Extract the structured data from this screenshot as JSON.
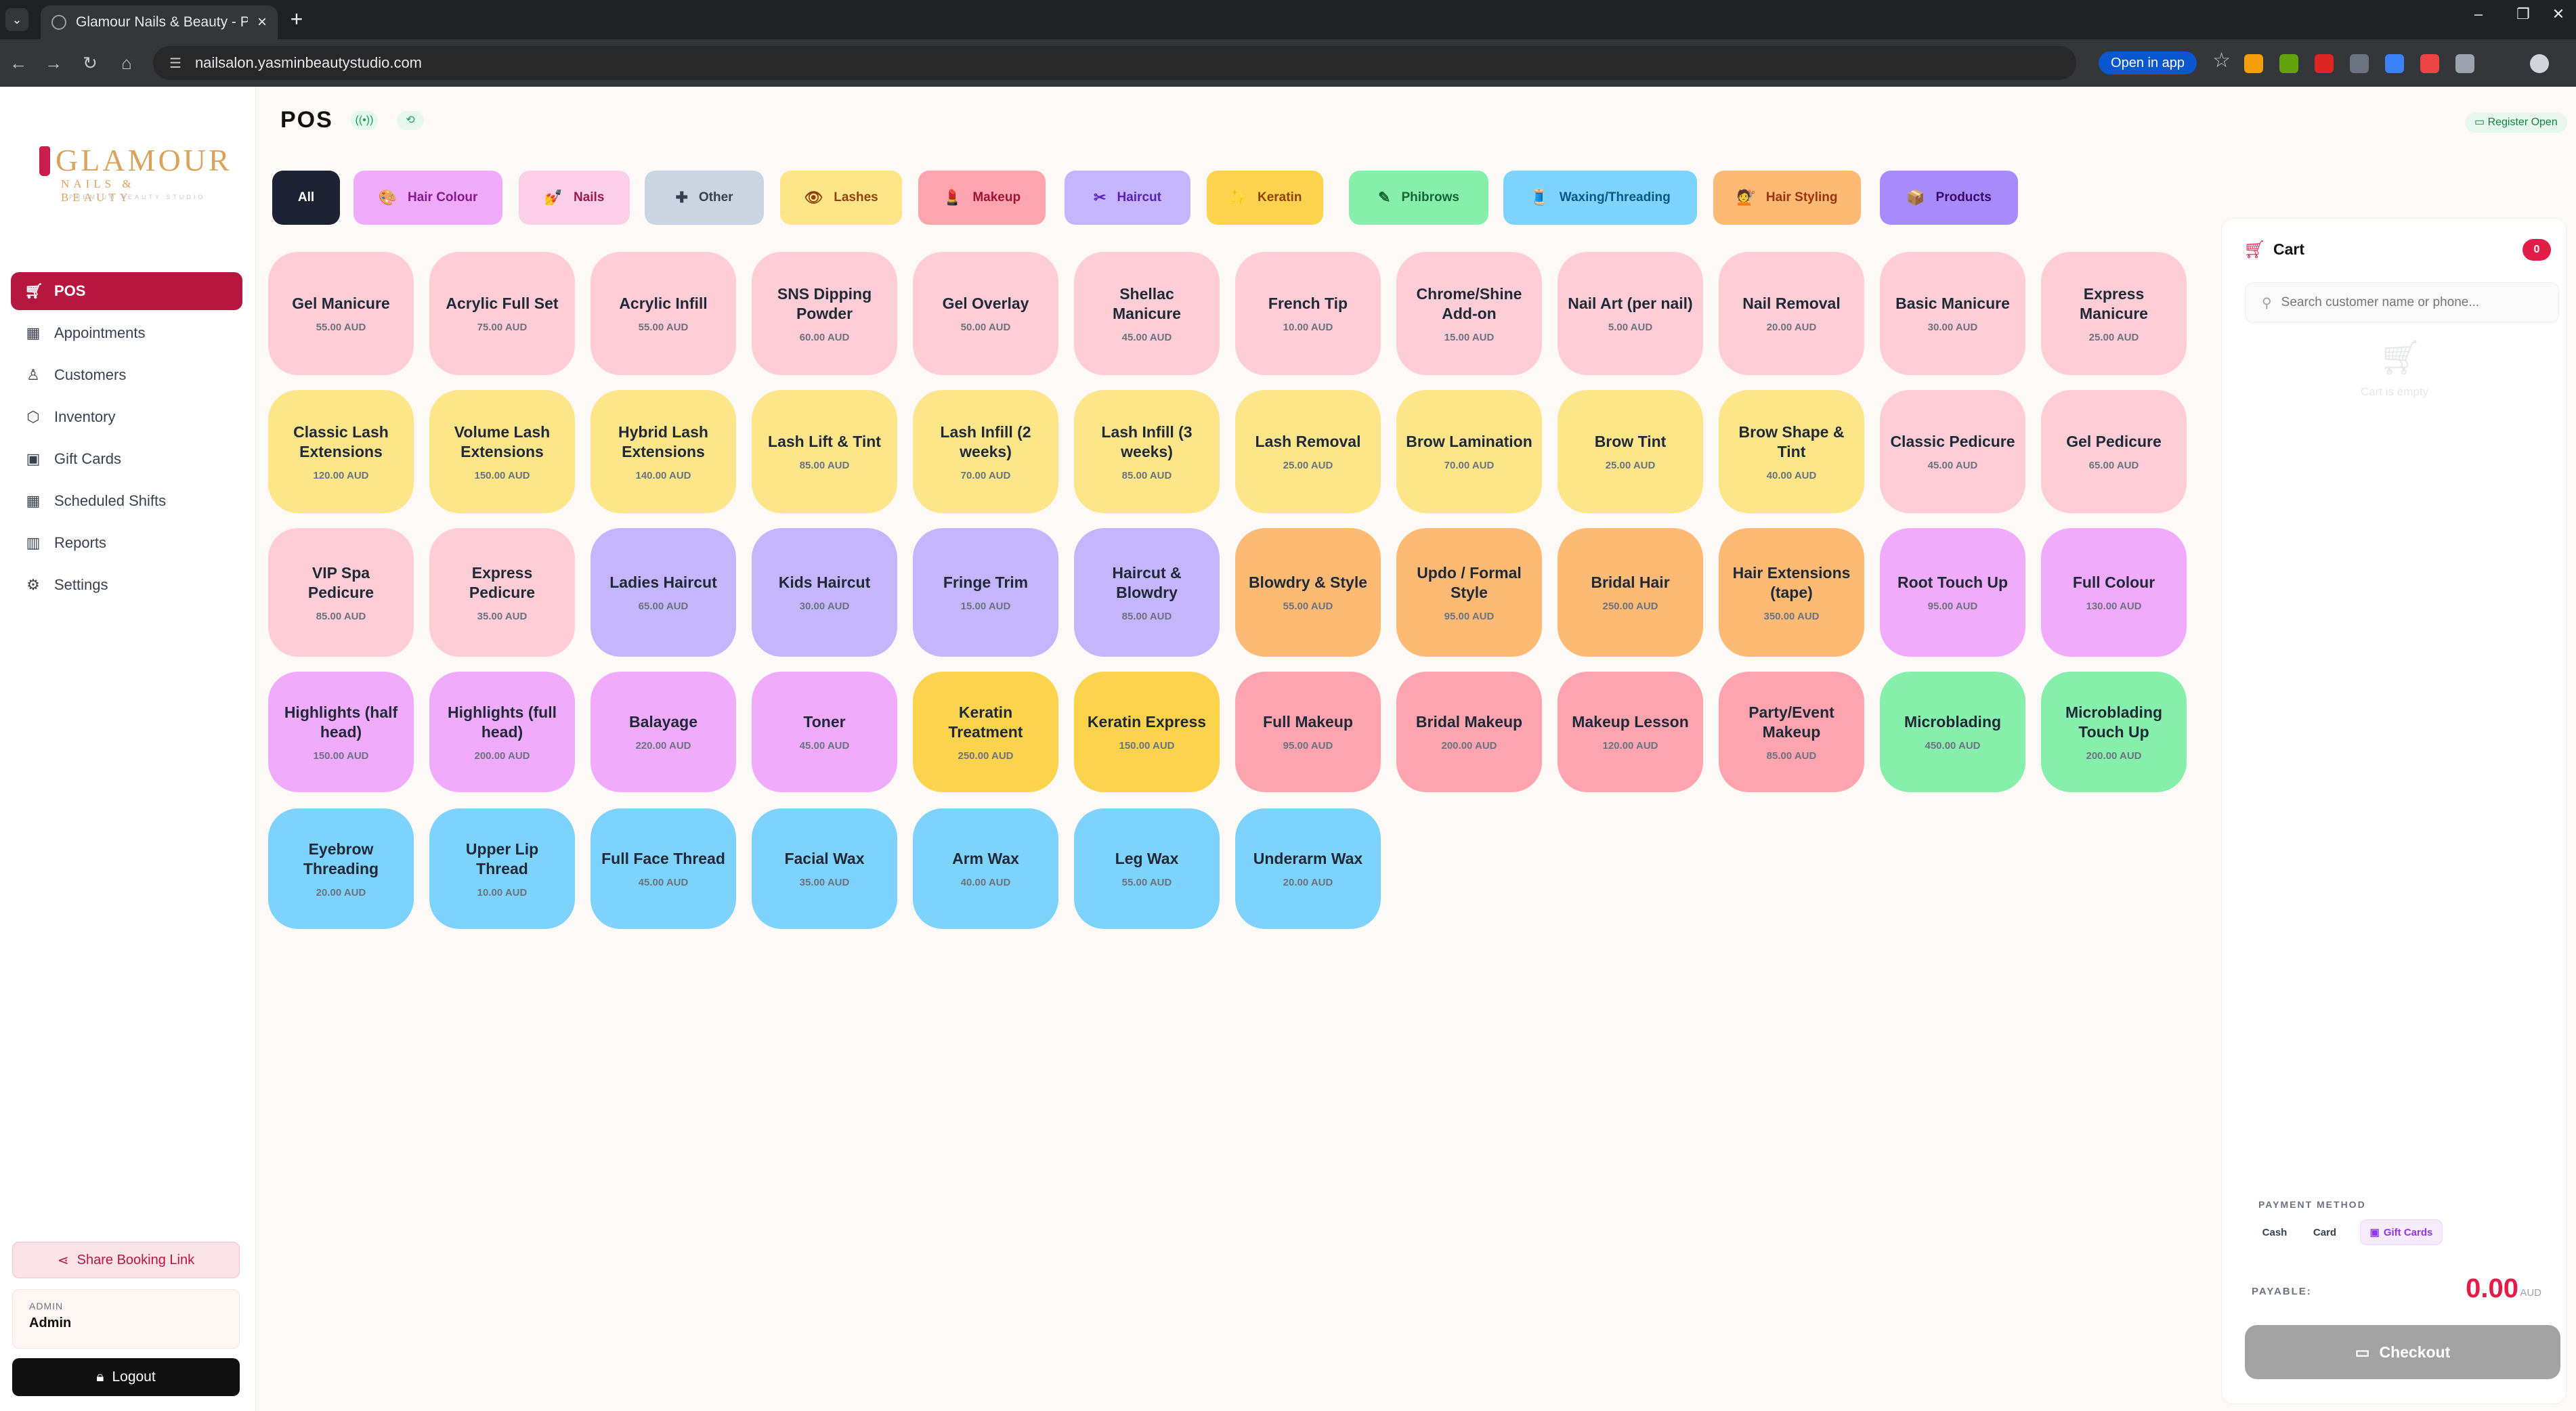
{
  "browser": {
    "tab_title": "Glamour Nails & Beauty - POS",
    "url": "nailsalon.yasminbeautystudio.com",
    "open_in_app": "Open in app"
  },
  "brand": {
    "name": "GLAMOUR",
    "sub": "NAILS & BEAUTY",
    "tagline": "PREMIUM BEAUTY STUDIO",
    "accent": "#b5173f"
  },
  "sidebar": {
    "items": [
      {
        "label": "POS",
        "icon": "cart-icon"
      },
      {
        "label": "Appointments",
        "icon": "calendar-icon"
      },
      {
        "label": "Customers",
        "icon": "user-icon"
      },
      {
        "label": "Inventory",
        "icon": "box-icon"
      },
      {
        "label": "Gift Cards",
        "icon": "gift-icon"
      },
      {
        "label": "Scheduled Shifts",
        "icon": "calendar-icon"
      },
      {
        "label": "Reports",
        "icon": "bar-chart-icon"
      },
      {
        "label": "Settings",
        "icon": "gear-icon"
      }
    ],
    "share_label": "Share Booking Link",
    "admin_role": "ADMIN",
    "admin_name": "Admin",
    "logout_label": "Logout"
  },
  "header": {
    "title": "POS",
    "register_status": "Register Open"
  },
  "categories": [
    {
      "label": "All",
      "color": "#1e2235",
      "text": "#ffffff",
      "icon": ""
    },
    {
      "label": "Hair Colour",
      "color": "#f0abfc",
      "text": "#86198f",
      "icon": "🎨"
    },
    {
      "label": "Nails",
      "color": "#fbcfe8",
      "text": "#9d174d",
      "icon": "💅"
    },
    {
      "label": "Other",
      "color": "#cbd5e1",
      "text": "#334155",
      "icon": "✚"
    },
    {
      "label": "Lashes",
      "color": "#fde68a",
      "text": "#92400e",
      "icon": "👁"
    },
    {
      "label": "Makeup",
      "color": "#fda4af",
      "text": "#9f1239",
      "icon": "💄"
    },
    {
      "label": "Haircut",
      "color": "#c4b5fd",
      "text": "#5b21b6",
      "icon": "✂"
    },
    {
      "label": "Keratin",
      "color": "#fcd34d",
      "text": "#92400e",
      "icon": "✨"
    },
    {
      "label": "Phibrows",
      "color": "#86efac",
      "text": "#166534",
      "icon": "✎"
    },
    {
      "label": "Waxing/Threading",
      "color": "#7dd3fc",
      "text": "#075985",
      "icon": "🧵"
    },
    {
      "label": "Hair Styling",
      "color": "#fdba74",
      "text": "#9a3412",
      "icon": "💇"
    },
    {
      "label": "Products",
      "color": "#a78bfa",
      "text": "#3b0764",
      "icon": "📦"
    }
  ],
  "services": [
    {
      "name": "Gel Manicure",
      "price": "55.00 AUD",
      "color": "#fecdd6"
    },
    {
      "name": "Acrylic Full Set",
      "price": "75.00 AUD",
      "color": "#fecdd6"
    },
    {
      "name": "Acrylic Infill",
      "price": "55.00 AUD",
      "color": "#fecdd6"
    },
    {
      "name": "SNS Dipping Powder",
      "price": "60.00 AUD",
      "color": "#fecdd6"
    },
    {
      "name": "Gel Overlay",
      "price": "50.00 AUD",
      "color": "#fecdd6"
    },
    {
      "name": "Shellac Manicure",
      "price": "45.00 AUD",
      "color": "#fecdd6"
    },
    {
      "name": "French Tip",
      "price": "10.00 AUD",
      "color": "#fecdd6"
    },
    {
      "name": "Chrome/Shine Add-on",
      "price": "15.00 AUD",
      "color": "#fecdd6"
    },
    {
      "name": "Nail Art (per nail)",
      "price": "5.00 AUD",
      "color": "#fecdd6"
    },
    {
      "name": "Nail Removal",
      "price": "20.00 AUD",
      "color": "#fecdd6"
    },
    {
      "name": "Basic Manicure",
      "price": "30.00 AUD",
      "color": "#fecdd6"
    },
    {
      "name": "Express Manicure",
      "price": "25.00 AUD",
      "color": "#fecdd6"
    },
    {
      "name": "Classic Lash Extensions",
      "price": "120.00 AUD",
      "color": "#fde68a"
    },
    {
      "name": "Volume Lash Extensions",
      "price": "150.00 AUD",
      "color": "#fde68a"
    },
    {
      "name": "Hybrid Lash Extensions",
      "price": "140.00 AUD",
      "color": "#fde68a"
    },
    {
      "name": "Lash Lift & Tint",
      "price": "85.00 AUD",
      "color": "#fde68a"
    },
    {
      "name": "Lash Infill (2 weeks)",
      "price": "70.00 AUD",
      "color": "#fde68a"
    },
    {
      "name": "Lash Infill (3 weeks)",
      "price": "85.00 AUD",
      "color": "#fde68a"
    },
    {
      "name": "Lash Removal",
      "price": "25.00 AUD",
      "color": "#fde68a"
    },
    {
      "name": "Brow Lamination",
      "price": "70.00 AUD",
      "color": "#fde68a"
    },
    {
      "name": "Brow Tint",
      "price": "25.00 AUD",
      "color": "#fde68a"
    },
    {
      "name": "Brow Shape & Tint",
      "price": "40.00 AUD",
      "color": "#fde68a"
    },
    {
      "name": "Classic Pedicure",
      "price": "45.00 AUD",
      "color": "#fecdd6"
    },
    {
      "name": "Gel Pedicure",
      "price": "65.00 AUD",
      "color": "#fecdd6"
    },
    {
      "name": "VIP Spa Pedicure",
      "price": "85.00 AUD",
      "color": "#fecdd6"
    },
    {
      "name": "Express Pedicure",
      "price": "35.00 AUD",
      "color": "#fecdd6"
    },
    {
      "name": "Ladies Haircut",
      "price": "65.00 AUD",
      "color": "#c4b5fd"
    },
    {
      "name": "Kids Haircut",
      "price": "30.00 AUD",
      "color": "#c4b5fd"
    },
    {
      "name": "Fringe Trim",
      "price": "15.00 AUD",
      "color": "#c4b5fd"
    },
    {
      "name": "Haircut & Blowdry",
      "price": "85.00 AUD",
      "color": "#c4b5fd"
    },
    {
      "name": "Blowdry & Style",
      "price": "55.00 AUD",
      "color": "#fdba74"
    },
    {
      "name": "Updo / Formal Style",
      "price": "95.00 AUD",
      "color": "#fdba74"
    },
    {
      "name": "Bridal Hair",
      "price": "250.00 AUD",
      "color": "#fdba74"
    },
    {
      "name": "Hair Extensions (tape)",
      "price": "350.00 AUD",
      "color": "#fdba74"
    },
    {
      "name": "Root Touch Up",
      "price": "95.00 AUD",
      "color": "#f0abfc"
    },
    {
      "name": "Full Colour",
      "price": "130.00 AUD",
      "color": "#f0abfc"
    },
    {
      "name": "Highlights (half head)",
      "price": "150.00 AUD",
      "color": "#f0abfc"
    },
    {
      "name": "Highlights (full head)",
      "price": "200.00 AUD",
      "color": "#f0abfc"
    },
    {
      "name": "Balayage",
      "price": "220.00 AUD",
      "color": "#f0abfc"
    },
    {
      "name": "Toner",
      "price": "45.00 AUD",
      "color": "#f0abfc"
    },
    {
      "name": "Keratin Treatment",
      "price": "250.00 AUD",
      "color": "#fcd34d"
    },
    {
      "name": "Keratin Express",
      "price": "150.00 AUD",
      "color": "#fcd34d"
    },
    {
      "name": "Full Makeup",
      "price": "95.00 AUD",
      "color": "#fda4af"
    },
    {
      "name": "Bridal Makeup",
      "price": "200.00 AUD",
      "color": "#fda4af"
    },
    {
      "name": "Makeup Lesson",
      "price": "120.00 AUD",
      "color": "#fda4af"
    },
    {
      "name": "Party/Event Makeup",
      "price": "85.00 AUD",
      "color": "#fda4af"
    },
    {
      "name": "Microblading",
      "price": "450.00 AUD",
      "color": "#86efac"
    },
    {
      "name": "Microblading Touch Up",
      "price": "200.00 AUD",
      "color": "#86efac"
    },
    {
      "name": "Eyebrow Threading",
      "price": "20.00 AUD",
      "color": "#7dd3fc"
    },
    {
      "name": "Upper Lip Thread",
      "price": "10.00 AUD",
      "color": "#7dd3fc"
    },
    {
      "name": "Full Face Thread",
      "price": "45.00 AUD",
      "color": "#7dd3fc"
    },
    {
      "name": "Facial Wax",
      "price": "35.00 AUD",
      "color": "#7dd3fc"
    },
    {
      "name": "Arm Wax",
      "price": "40.00 AUD",
      "color": "#7dd3fc"
    },
    {
      "name": "Leg Wax",
      "price": "55.00 AUD",
      "color": "#7dd3fc"
    },
    {
      "name": "Underarm Wax",
      "price": "20.00 AUD",
      "color": "#7dd3fc"
    }
  ],
  "cart": {
    "title": "Cart",
    "count": "0",
    "search_placeholder": "Search customer name or phone...",
    "empty_text": "Cart is empty",
    "payment_label": "PAYMENT METHOD",
    "payment_methods": [
      "Cash",
      "Card",
      "Gift Cards"
    ],
    "payable_label": "PAYABLE:",
    "payable_amount": "0.00",
    "currency": "AUD",
    "checkout_label": "Checkout"
  }
}
